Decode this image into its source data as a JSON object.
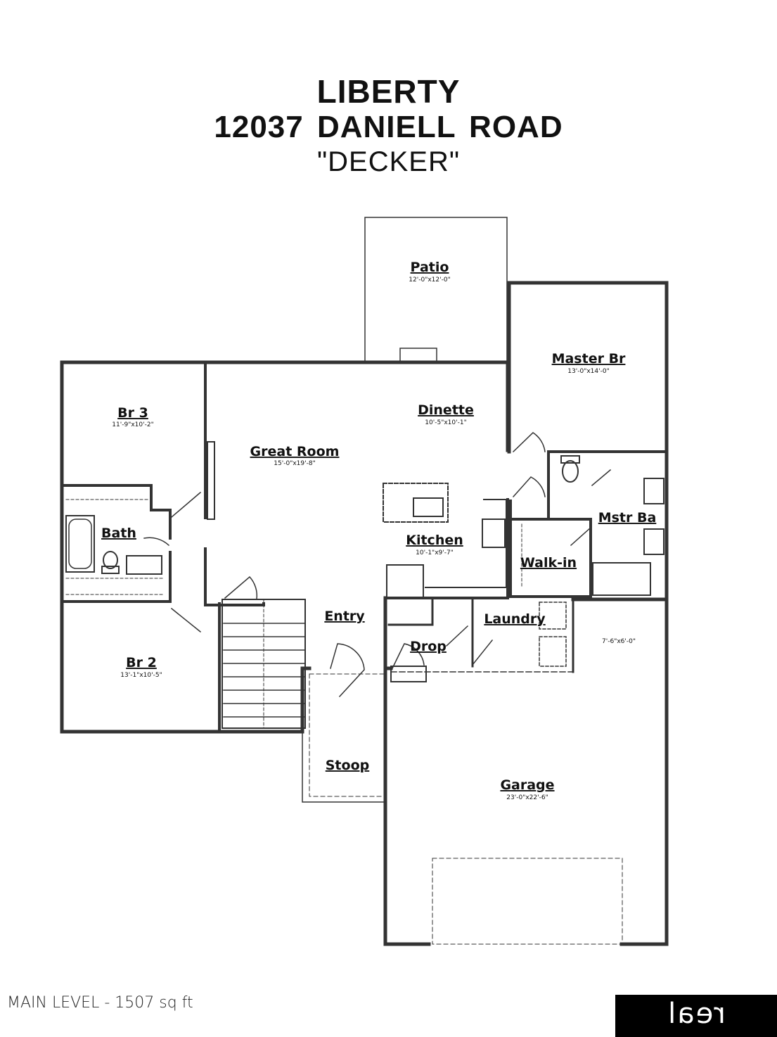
{
  "header": {
    "line1": "LIBERTY",
    "line2": "12037  DANIELL ROAD",
    "line3": "\"DECKER\""
  },
  "rooms": {
    "patio": {
      "name": "Patio",
      "dim": "12'-0\"x12'-0\""
    },
    "master_br": {
      "name": "Master Br",
      "dim": "13'-0\"x14'-0\""
    },
    "br3": {
      "name": "Br 3",
      "dim": "11'-9\"x10'-2\""
    },
    "dinette": {
      "name": "Dinette",
      "dim": "10'-5\"x10'-1\""
    },
    "great_room": {
      "name": "Great Room",
      "dim": "15'-0\"x19'-8\""
    },
    "bath": {
      "name": "Bath"
    },
    "mstr_ba": {
      "name": "Mstr Ba"
    },
    "kitchen": {
      "name": "Kitchen",
      "dim": "10'-1\"x9'-7\""
    },
    "walk_in": {
      "name": "Walk-in"
    },
    "entry": {
      "name": "Entry"
    },
    "laundry": {
      "name": "Laundry"
    },
    "drop": {
      "name": "Drop"
    },
    "storage": {
      "dim": "7'-6\"x6'-0\""
    },
    "br2": {
      "name": "Br 2",
      "dim": "13'-1\"x10'-5\""
    },
    "stoop": {
      "name": "Stoop"
    },
    "garage": {
      "name": "Garage",
      "dim": "23'-0\"x22'-6\""
    }
  },
  "footer": {
    "level": "MAIN LEVEL - 1507 sq ft",
    "brand": "real"
  }
}
